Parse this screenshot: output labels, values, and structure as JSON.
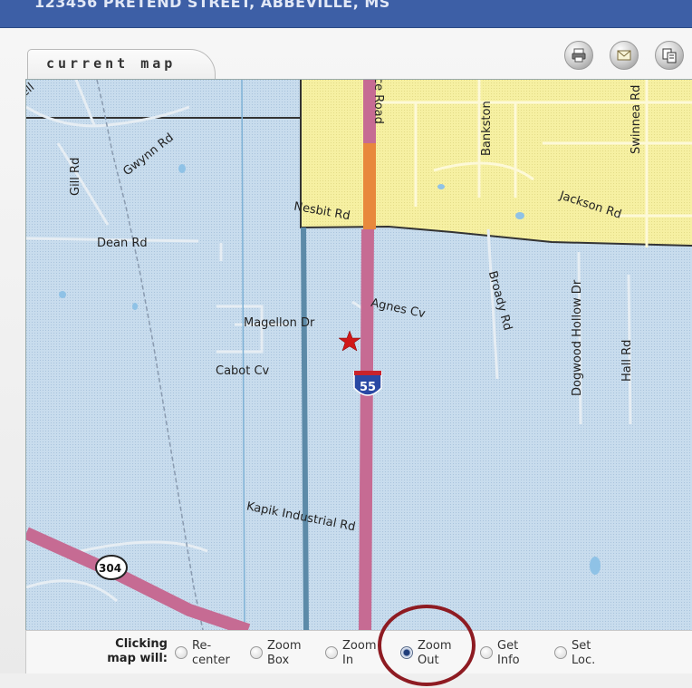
{
  "header": {
    "address": "123456 PRETEND STREET, ABBEVILLE, MS"
  },
  "tab": {
    "label": "current map"
  },
  "tools": [
    {
      "name": "print-icon"
    },
    {
      "name": "email-icon"
    },
    {
      "name": "copy-icon"
    }
  ],
  "map": {
    "roads": {
      "gwynn": "Gwynn Rd",
      "gill": "Gill Rd",
      "dean": "Dean Rd",
      "nesbit": "Nesbit Rd",
      "chapel": "ce Road",
      "bankston": "Bankston",
      "swinnea": "Swinnea Rd",
      "jackson": "Jackson Rd",
      "broady": "Broady Rd",
      "dogwood": "Dogwood Hollow Dr",
      "hall": "Hall Rd",
      "agnes": "Agnes Cv",
      "magellon": "Magellon Dr",
      "cabot": "Cabot Cv",
      "kapik": "Kapik Industrial Rd",
      "corner": "ell"
    },
    "shields": {
      "interstate": "55",
      "state": "304"
    },
    "colors": {
      "county": "#c8dced",
      "city": "#f6f0a2",
      "interstate": "#c66b93",
      "highlight_road": "#e8883c",
      "marker": "#d01818"
    }
  },
  "controls": {
    "label_line1": "Clicking",
    "label_line2": "map will:",
    "options": [
      {
        "line1": "Re-",
        "line2": "center",
        "selected": false
      },
      {
        "line1": "Zoom",
        "line2": "Box",
        "selected": false
      },
      {
        "line1": "Zoom",
        "line2": "In",
        "selected": false
      },
      {
        "line1": "Zoom",
        "line2": "Out",
        "selected": true
      },
      {
        "line1": "Get",
        "line2": "Info",
        "selected": false
      },
      {
        "line1": "Set",
        "line2": "Loc.",
        "selected": false
      }
    ]
  }
}
